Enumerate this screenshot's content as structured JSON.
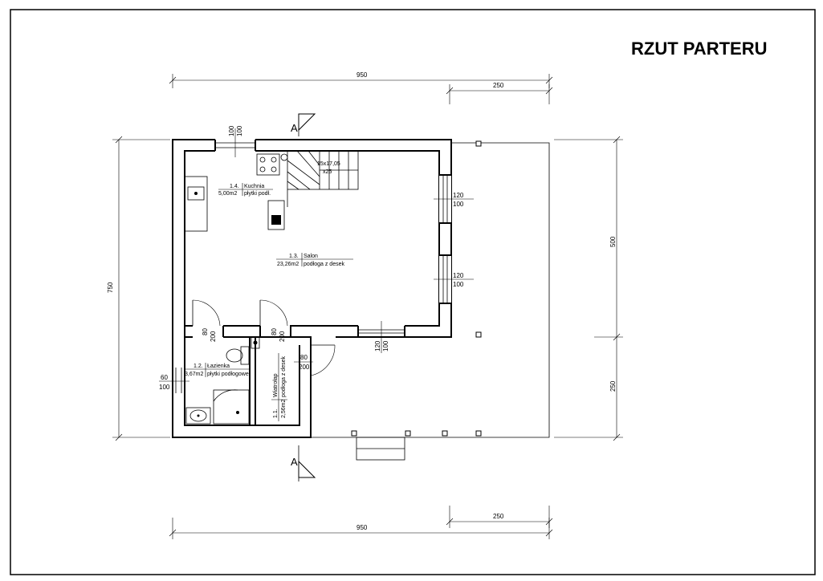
{
  "title": "RZUT PARTERU",
  "dimensions": {
    "top_total": "950",
    "top_terrace": "250",
    "bottom_total": "950",
    "bottom_terrace": "250",
    "left_total": "750",
    "right_upper": "500",
    "right_lower": "250"
  },
  "section_marks": {
    "top": "A",
    "bottom": "A"
  },
  "rooms": [
    {
      "num": "1.4.",
      "area": "5,00m2",
      "name": "Kuchnia",
      "floor": "płytki podł."
    },
    {
      "num": "1.3.",
      "area": "23,26m2",
      "name": "Salon",
      "floor": "podłoga z desek"
    },
    {
      "num": "1.2.",
      "area": "3,67m2",
      "name": "Łazienka",
      "floor": "płytki podłogowe"
    },
    {
      "num": "1.1.",
      "area": "2,56m2",
      "name": "Wiatrołap",
      "floor": "podłoga z desek"
    }
  ],
  "openings": {
    "kitchen_window": {
      "w": "100",
      "h": "100"
    },
    "salon_window_upper": {
      "w": "120",
      "h": "100"
    },
    "salon_window_lower": {
      "w": "120",
      "h": "100"
    },
    "terrace_door": {
      "w": "120",
      "h": "100"
    },
    "salon_door_left": {
      "w": "80",
      "h": "200"
    },
    "salon_door_right": {
      "w": "80",
      "h": "200"
    },
    "entry_door": {
      "w": "80",
      "h": "200"
    },
    "bath_window": {
      "w": "60",
      "h": "100"
    }
  },
  "stairs": {
    "dim": "15x17,05",
    "width": "x25"
  }
}
